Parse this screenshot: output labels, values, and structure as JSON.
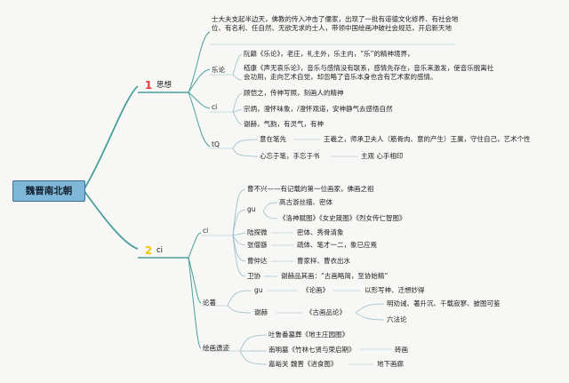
{
  "root": "魏晋南北朝",
  "branch1": {
    "number": "1",
    "label": "思想",
    "intro": "士大夫支起半边天，佛教的传入冲击了儒家，出现了一批有道德文化修养、有社会地位、有名利、任自然、无欲无求的士人，带领中国绘画冲破社会规范，开启新天地",
    "music": {
      "label": "乐论",
      "item1": "阮籍《乐论》，老庄，礼主外，乐主内，“乐”的精神境界，",
      "item2": "嵇康《声无哀乐论》，音乐与感情没有联系，感情先存在，音乐来激发，使音乐脱离社会功用，走向艺术自觉，却忽略了音乐本身也含有艺术家的感情。"
    },
    "ci": {
      "label": "ci",
      "item1": "顾恺之，传神写照，刻画人的精神",
      "item2": "宗炳，澄怀味象，/澄怀观道，安神静气去感悟自然",
      "item3": "谢赫，气韵，有灵气，有神"
    },
    "tq": {
      "label": "tQ",
      "row1_left": "意在笔先",
      "row1_right": "王羲之，师承卫夫人（筋骨肉、意的产生）王廙，守住自己，艺术个性",
      "row2_left": "心忘于笔，手忘于书",
      "row2_right": "主观 心手相印"
    }
  },
  "branch2": {
    "number": "2",
    "label": "ci",
    "ci": {
      "label": "ci",
      "cao": "曹不兴——有记载的第一位画家，佛画之祖",
      "gu_label": "gu",
      "gu_item1": "高古游丝描、密体",
      "gu_item2": "《洛神赋图》《女史箴图》《烈女传仁智图》",
      "lu_label": "陆探微",
      "lu_text": "密体、秀骨清象",
      "zhang_label": "张僧繇",
      "zhang_text": "疏体、笔才一二，象已应焉",
      "caozd_label": "曹仲达",
      "caozd_text": "曹家样、曹衣出水",
      "wei_label": "卫协",
      "wei_text": "谢赫品其画：“古画略简，至协始精”"
    },
    "lunzhu": {
      "label": "论著",
      "gu_label": "gu",
      "gu_work": "《论画》",
      "gu_text": "以形写神、迁想妙得",
      "xie_label": "谢赫",
      "xie_work": "《古画品论》",
      "xie_item1": "明劝诫、著升沉、千载寂寥、披图可鉴",
      "xie_item2": "六法论"
    },
    "remains": {
      "label": "绘画遗迹",
      "item1": "吐鲁番墓葬《地主庄园图》",
      "item2": "南明墓《竹林七贤与荣启期》",
      "item2_note": "砖画",
      "item3": "嘉峪关 魏晋《进食图》",
      "item3_note": "地下画廊"
    }
  },
  "colors": {
    "branch": "#4a9e9c",
    "badge1": "#e23a3a",
    "badge2": "#f2c500",
    "root": "#7fb7d8"
  }
}
